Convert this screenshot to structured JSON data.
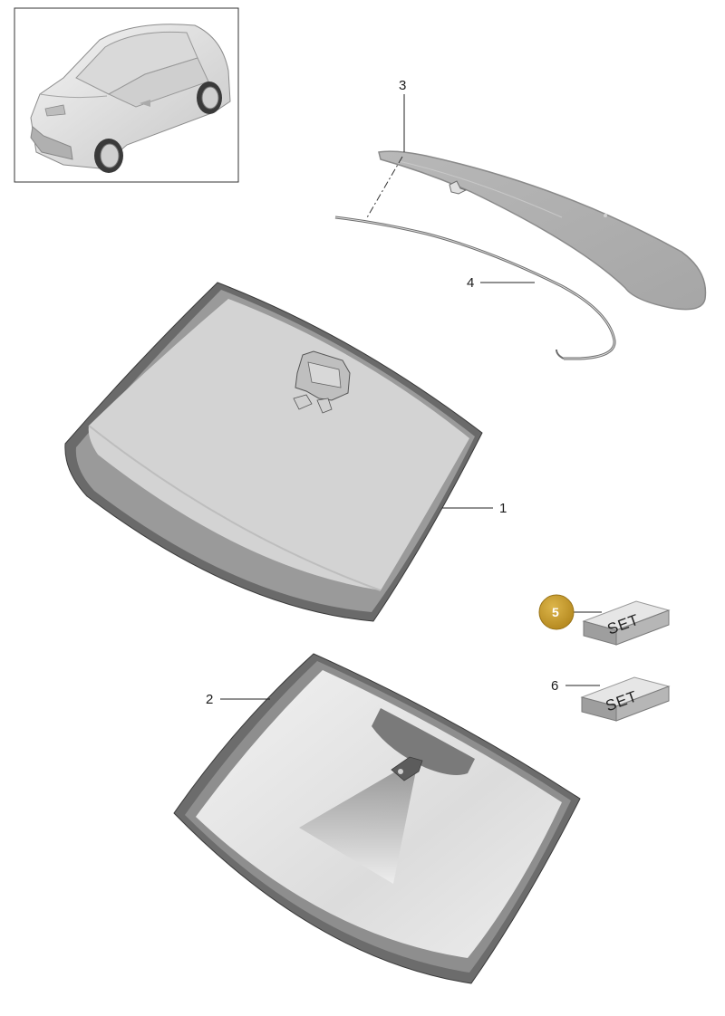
{
  "thumbnail": {
    "icon": "car-icon"
  },
  "callouts": [
    {
      "id": "1",
      "label": "1",
      "part": "windscreen-with-bracket"
    },
    {
      "id": "2",
      "label": "2",
      "part": "windscreen-tinted"
    },
    {
      "id": "3",
      "label": "3",
      "part": "rear-window"
    },
    {
      "id": "4",
      "label": "4",
      "part": "rear-window-seal"
    },
    {
      "id": "5",
      "label": "5",
      "part": "set-5",
      "highlighted": true
    },
    {
      "id": "6",
      "label": "6",
      "part": "set-6"
    }
  ],
  "sets": [
    {
      "id": "5",
      "text": "SET"
    },
    {
      "id": "6",
      "text": "SET"
    }
  ],
  "colors": {
    "badge": "#c79b2c",
    "glass": "#d2d2d2",
    "frame": "#777777",
    "line": "#222222"
  }
}
